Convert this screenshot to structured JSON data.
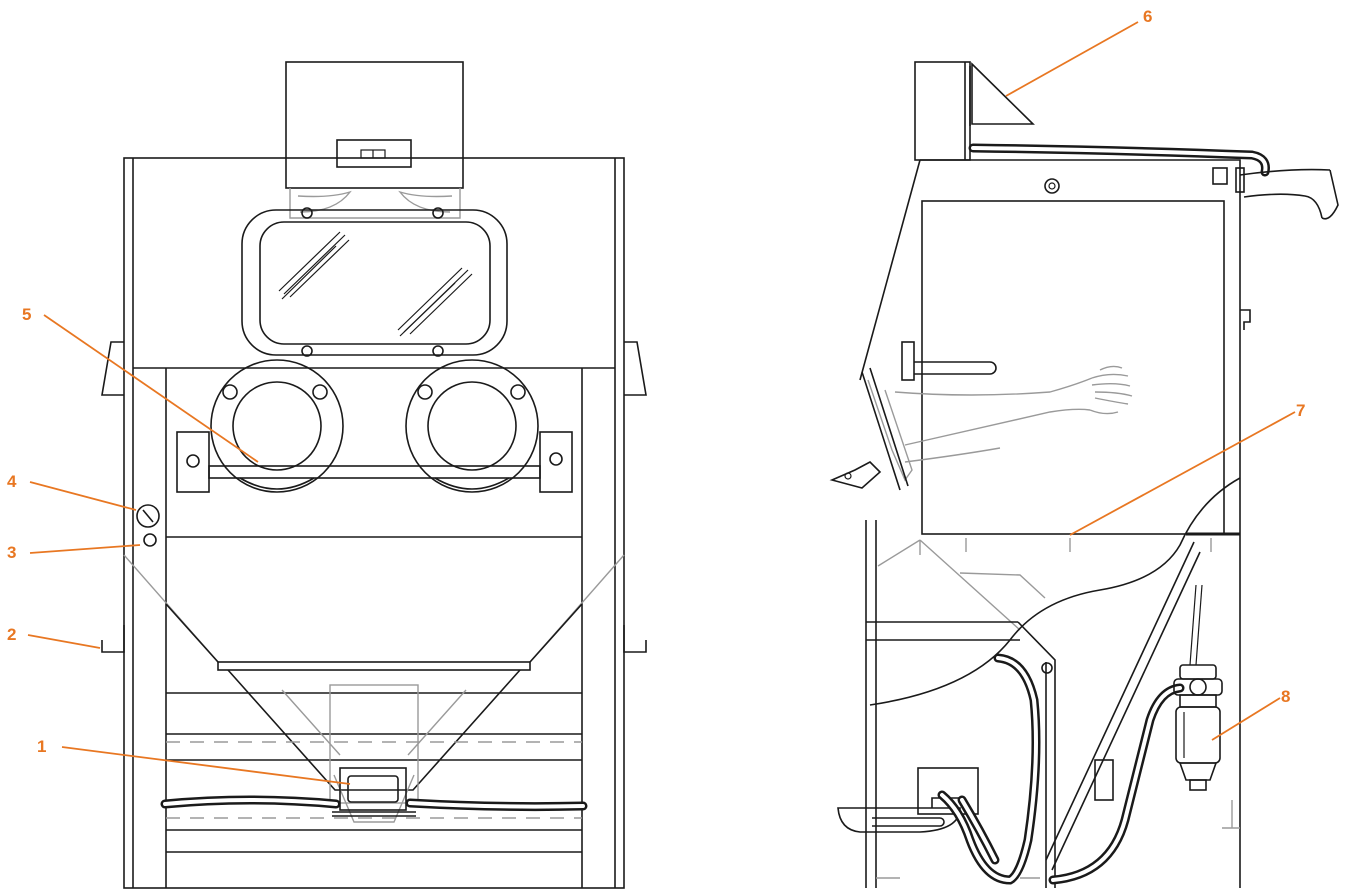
{
  "callout_color": "#e87722",
  "line_color": "#1a1a1a",
  "hidden_line_color": "#9a9a9a",
  "callouts": [
    {
      "id": "c1",
      "label": "1"
    },
    {
      "id": "c2",
      "label": "2"
    },
    {
      "id": "c3",
      "label": "3"
    },
    {
      "id": "c4",
      "label": "4"
    },
    {
      "id": "c5",
      "label": "5"
    },
    {
      "id": "c6",
      "label": "6"
    },
    {
      "id": "c7",
      "label": "7"
    },
    {
      "id": "c8",
      "label": "8"
    }
  ]
}
